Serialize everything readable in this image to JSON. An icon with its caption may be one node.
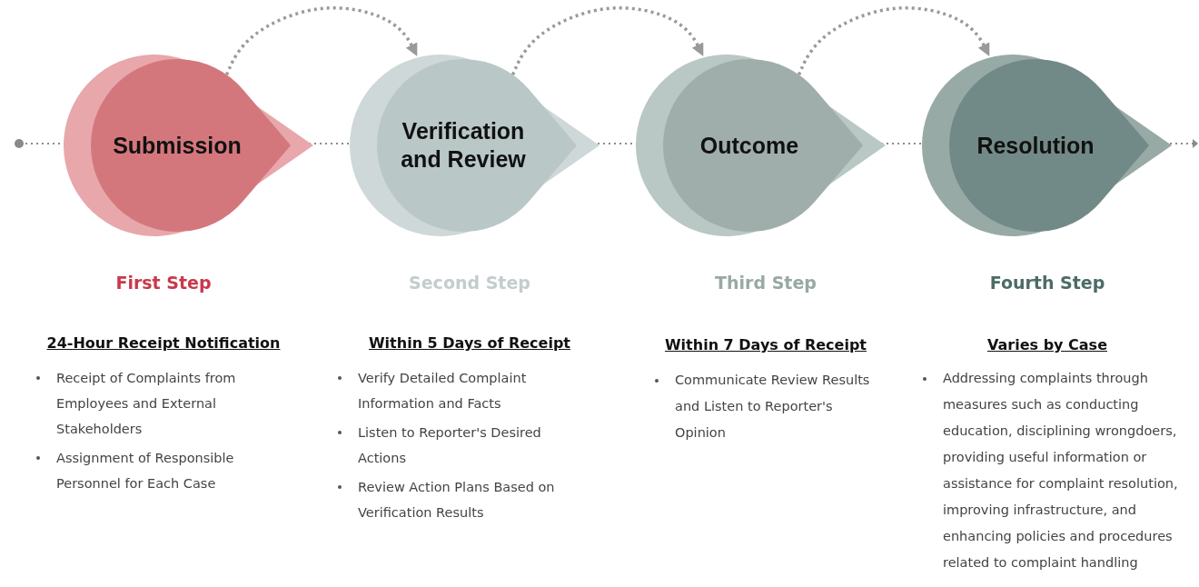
{
  "diagram": {
    "nodes": [
      {
        "text": [
          "Submission"
        ],
        "beside": [
          "First Step",
          "24-Hour Receipt Notification",
          "Receipt of Complaints from Employees and External Stakeholders",
          "Assignment of Responsible Personnel for Each Case"
        ]
      },
      {
        "text": [
          "Verification and Review"
        ],
        "beside": [
          "Second Step",
          "Within 5 Days of Receipt",
          "Verify Detailed Complaint Information and Facts",
          "Listen to Reporter's Desired Actions",
          "Review Action Plans Based on Verification Results"
        ]
      },
      {
        "text": [
          "Outcome"
        ],
        "beside": [
          "Third Step",
          "Within 7 Days of Receipt",
          "Communicate Review Results and Listen to Reporter's Opinion"
        ]
      },
      {
        "text": [
          "Resolution"
        ],
        "beside": [
          "Fourth Step",
          "Varies by Case",
          "Addressing complaints through measures such as conducting education, disciplining wrongdoers, providing useful information or assistance for complaint resolution, improving infrastructure, and enhancing policies and procedures related to complaint handling"
        ]
      }
    ],
    "edges": [
      {
        "from": 0,
        "to": 1,
        "arrow": "to",
        "style": "dashed"
      },
      {
        "from": 1,
        "to": 2,
        "arrow": "to",
        "style": "dashed"
      },
      {
        "from": 2,
        "to": 3,
        "arrow": "to",
        "style": "dashed"
      }
    ]
  }
}
